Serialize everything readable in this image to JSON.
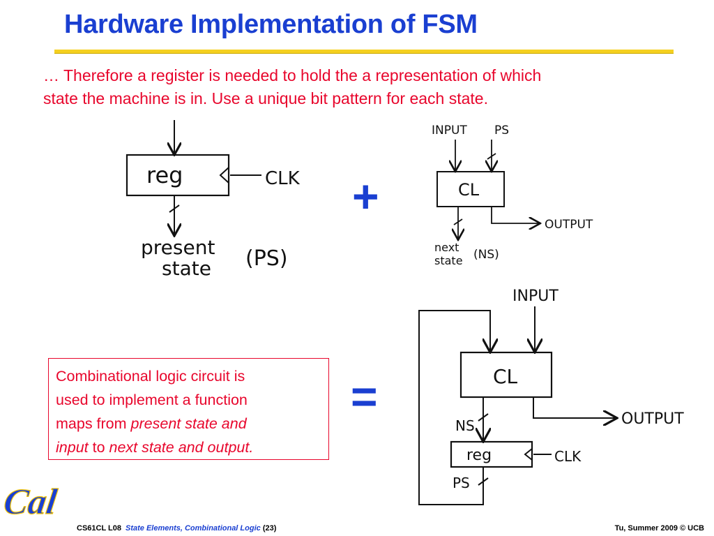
{
  "slide": {
    "title": "Hardware Implementation of FSM",
    "intro_line1": "… Therefore a register is needed to hold the a representation of which",
    "intro_line2": "state the machine is in.  Use a unique bit pattern for each state.",
    "plus_symbol": "+",
    "equals_symbol": "="
  },
  "callout": {
    "text1": "Combinational logic circuit is",
    "text2": "used to implement a function",
    "text3a": "maps from ",
    "text3b": "present state and",
    "text4a": "input",
    "text4b": " to ",
    "text4c": "next state and output."
  },
  "diagram_reg": {
    "box_label": "reg",
    "clk_label": "CLK",
    "output_label_line1": "present",
    "output_label_line2": "state",
    "output_abbrev": "(PS)"
  },
  "diagram_cl": {
    "input_label": "INPUT",
    "ps_label": "PS",
    "box_label": "CL",
    "output_label": "OUTPUT",
    "ns_label_line1": "next",
    "ns_label_line2": "state",
    "ns_abbrev": "(NS)"
  },
  "diagram_fsm": {
    "input_label": "INPUT",
    "cl_label": "CL",
    "output_label": "OUTPUT",
    "ns_label": "NS",
    "reg_label": "reg",
    "clk_label": "CLK",
    "ps_label": "PS"
  },
  "footer": {
    "logo_text": "Cal",
    "course": "CS61CL L08",
    "topic": "State Elements, Combinational Logic",
    "page": "(23)",
    "right": "Tu, Summer 2009 © UCB"
  },
  "colors": {
    "title_blue": "#1a3fd1",
    "accent_red": "#e8062c",
    "rule_yellow": "#f5d020"
  }
}
